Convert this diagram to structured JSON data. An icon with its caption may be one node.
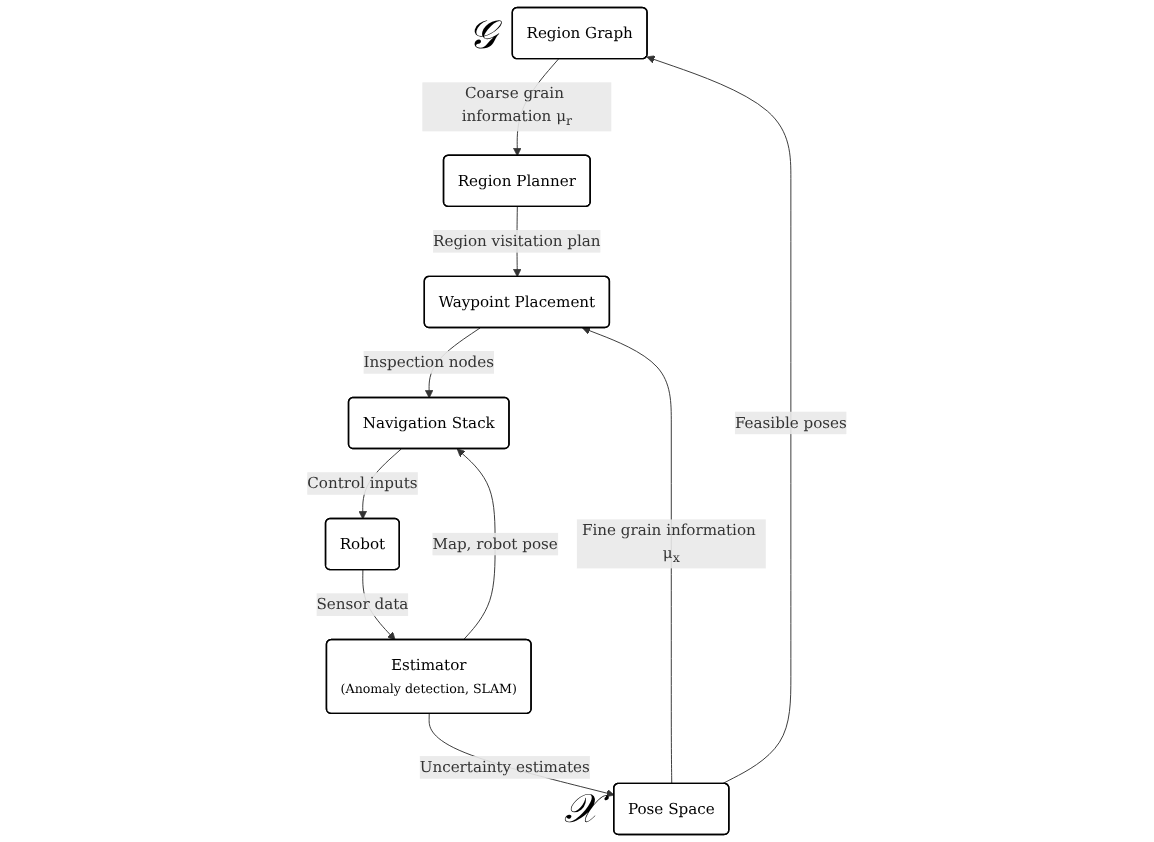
{
  "diagram": {
    "nodes": [
      {
        "text": [
          "Region Graph"
        ],
        "beside": [
          "𝒢"
        ]
      },
      {
        "text": [
          "Region Planner"
        ]
      },
      {
        "text": [
          "Pose Space"
        ],
        "beside": [
          "𝒳"
        ]
      },
      {
        "text": [
          "Waypoint Placement"
        ]
      },
      {
        "text": [
          "Estimator",
          "(Anomaly detection, SLAM)"
        ]
      },
      {
        "text": [
          "Navigation Stack"
        ]
      },
      {
        "text": [
          "Robot"
        ]
      }
    ],
    "edges": [
      {
        "from": 0,
        "to": 1,
        "arrow": "to",
        "label": "Coarse grain information μ$_{r}$"
      },
      {
        "from": 1,
        "to": 3,
        "arrow": "to",
        "label": "Region visitation plan"
      },
      {
        "from": 2,
        "to": 3,
        "arrow": "to",
        "label": "Fine grain information μ$_{x}$"
      },
      {
        "from": 3,
        "to": 5,
        "arrow": "to",
        "label": "Inspection nodes"
      },
      {
        "from": 4,
        "to": 5,
        "arrow": "to",
        "label": "Map, robot pose"
      },
      {
        "from": 5,
        "to": 6,
        "arrow": "to",
        "label": "Control inputs"
      },
      {
        "from": 6,
        "to": 4,
        "arrow": "to",
        "label": "Sensor data"
      },
      {
        "from": 4,
        "to": 2,
        "arrow": "to",
        "label": "Uncertainty estimates"
      },
      {
        "from": 2,
        "to": 0,
        "arrow": "to",
        "label": "Feasible poses"
      }
    ]
  }
}
